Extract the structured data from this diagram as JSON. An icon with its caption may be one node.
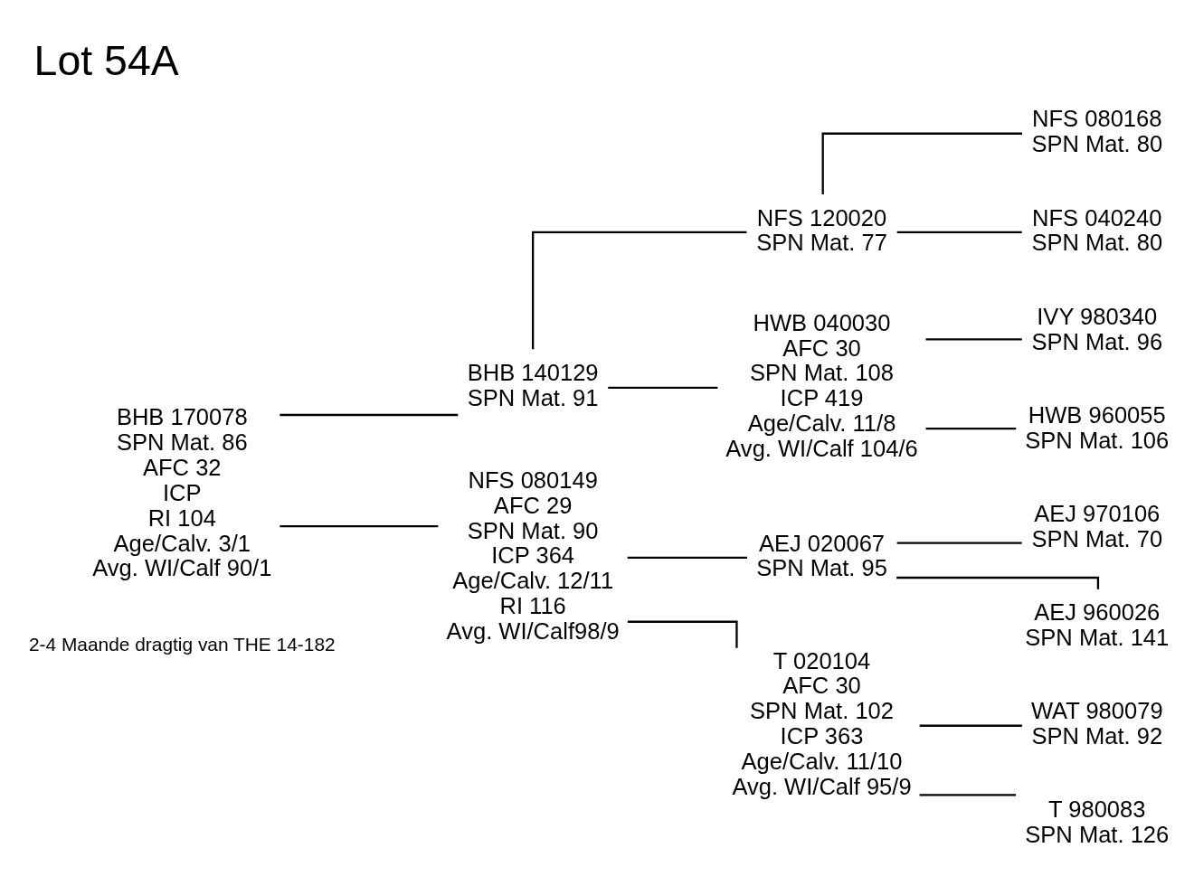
{
  "diagram": {
    "title": "Lot 54A",
    "nodes": [
      {
        "text": [
          "BHB 170078",
          "SPN Mat. 86",
          "AFC 32",
          "ICP",
          "RI 104",
          "Age/Calv. 3/1",
          "Avg. WI/Calf 90/1"
        ]
      },
      {
        "text": [
          "BHB 140129",
          "SPN Mat. 91"
        ]
      },
      {
        "text": [
          "NFS 080149",
          "AFC 29",
          "SPN Mat. 90",
          "ICP 364",
          "Age/Calv. 12/11",
          "RI 116",
          "Avg. WI/Calf98/9"
        ]
      },
      {
        "text": [
          "NFS 120020",
          "SPN Mat. 77"
        ]
      },
      {
        "text": [
          "HWB 040030",
          "AFC 30",
          "SPN Mat. 108",
          "ICP 419",
          "Age/Calv. 11/8",
          "Avg. WI/Calf 104/6"
        ]
      },
      {
        "text": [
          "AEJ 020067",
          "SPN Mat. 95"
        ]
      },
      {
        "text": [
          "T 020104",
          "AFC 30",
          "SPN Mat. 102",
          "ICP 363",
          "Age/Calv. 11/10",
          "Avg. WI/Calf 95/9"
        ]
      },
      {
        "text": [
          "NFS 080168",
          "SPN Mat. 80"
        ]
      },
      {
        "text": [
          "NFS 040240",
          "SPN Mat. 80"
        ]
      },
      {
        "text": [
          "IVY 980340",
          "SPN Mat. 96"
        ]
      },
      {
        "text": [
          "HWB 960055",
          "SPN Mat. 106"
        ]
      },
      {
        "text": [
          "AEJ 970106",
          "SPN Mat. 70"
        ]
      },
      {
        "text": [
          "AEJ 960026",
          "SPN Mat. 141"
        ]
      },
      {
        "text": [
          "WAT 980079",
          "SPN Mat. 92"
        ]
      },
      {
        "text": [
          "T 980083",
          "SPN Mat. 126"
        ]
      }
    ],
    "edges": [
      {
        "from": 0,
        "to": 1,
        "arrow": "none"
      },
      {
        "from": 0,
        "to": 2,
        "arrow": "none"
      },
      {
        "from": 1,
        "to": 3,
        "arrow": "none"
      },
      {
        "from": 1,
        "to": 4,
        "arrow": "none"
      },
      {
        "from": 2,
        "to": 5,
        "arrow": "none"
      },
      {
        "from": 2,
        "to": 6,
        "arrow": "none"
      },
      {
        "from": 3,
        "to": 7,
        "arrow": "none"
      },
      {
        "from": 3,
        "to": 8,
        "arrow": "none"
      },
      {
        "from": 4,
        "to": 9,
        "arrow": "none"
      },
      {
        "from": 4,
        "to": 10,
        "arrow": "none"
      },
      {
        "from": 5,
        "to": 11,
        "arrow": "none"
      },
      {
        "from": 5,
        "to": 12,
        "arrow": "none"
      },
      {
        "from": 6,
        "to": 13,
        "arrow": "none"
      },
      {
        "from": 6,
        "to": 14,
        "arrow": "none"
      }
    ],
    "labels": [
      "2-4 Maande dragtig van THE 14-182"
    ]
  }
}
